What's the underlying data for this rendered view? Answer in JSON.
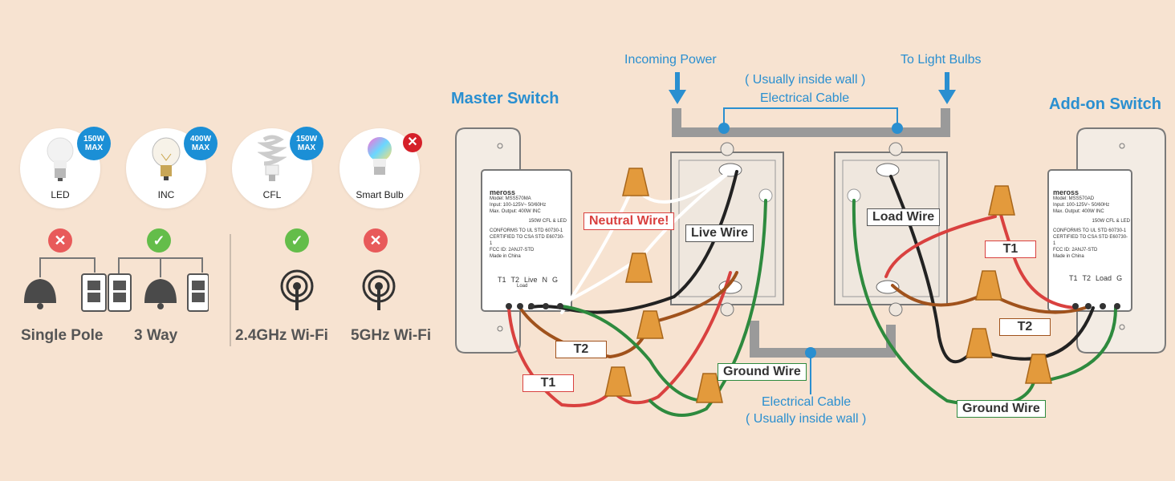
{
  "bulbs": [
    {
      "label": "LED",
      "badge": [
        "150W",
        "MAX"
      ]
    },
    {
      "label": "INC",
      "badge": [
        "400W",
        "MAX"
      ]
    },
    {
      "label": "CFL",
      "badge": [
        "150W",
        "MAX"
      ]
    },
    {
      "label": "Smart Bulb",
      "badge_icon": "x-icon"
    }
  ],
  "compatibility": [
    {
      "label": "Single Pole",
      "status": "x-icon"
    },
    {
      "label": "3 Way",
      "status": "check-icon"
    },
    {
      "label": "2.4GHz Wi-Fi",
      "status": "check-icon"
    },
    {
      "label": "5GHz Wi-Fi",
      "status": "x-icon"
    }
  ],
  "diagram": {
    "master_title": "Master Switch",
    "addon_title": "Add-on Switch",
    "incoming_power": "Incoming Power",
    "to_light_bulbs": "To Light Bulbs",
    "cable_top_note": "( Usually inside wall )",
    "cable_top": "Electrical Cable",
    "cable_bottom": "Electrical Cable",
    "cable_bottom_note": "( Usually inside wall )",
    "labels": {
      "neutral": "Neutral Wire!",
      "live": "Live Wire",
      "load": "Load Wire",
      "ground_left": "Ground Wire",
      "ground_right": "Ground Wire",
      "t1_left": "T1",
      "t2_left": "T2",
      "t1_right": "T1",
      "t2_right": "T2"
    },
    "master_device": {
      "brand": "meross",
      "lines": [
        "Model: MSS570MA",
        "Input: 100-125V~ 50/60Hz",
        "Max. Output: 400W INC",
        "150W CFL & LED",
        "CONFORMS TO UL STD 60730-1",
        "CERTIFIED TO CSA STD E60730-1",
        "FCC ID: 2ANJ7-STD",
        "Made in China"
      ],
      "terminals": [
        "T1",
        "T2",
        "Live",
        "N",
        "G"
      ],
      "terminal_sub": "Load"
    },
    "addon_device": {
      "brand": "meross",
      "lines": [
        "Model: MSS570AD",
        "Input: 100-125V~ 50/60Hz",
        "Max. Output: 400W INC",
        "150W CFL & LED",
        "CONFORMS TO UL STD 60730-1",
        "CERTIFIED TO CSA STD E60730-1",
        "FCC ID: 2ANJ7-STD",
        "Made in China"
      ],
      "terminals": [
        "T1",
        "T2",
        "Load",
        "G"
      ]
    },
    "colors": {
      "red": "#d9413f",
      "brown": "#a0521c",
      "black": "#222222",
      "green": "#2e8a3e",
      "white": "#ffffff",
      "cable": "#9a9a9a",
      "blue": "#2a8fd0",
      "nut": "#e39a3c"
    }
  }
}
